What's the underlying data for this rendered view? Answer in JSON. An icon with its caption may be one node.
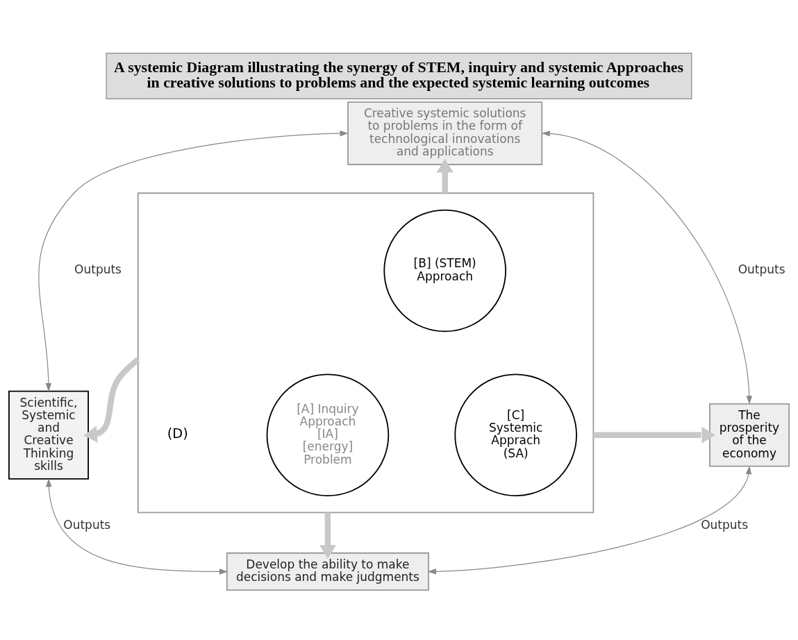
{
  "diagram": {
    "title": "A systemic Diagram illustrating the synergy of STEM, inquiry and systemic Approaches in creative solutions to problems and the expected systemic learning outcomes",
    "nodes": [
      {
        "text": [
          "Creative systemic solutions to problems in the form of technological innovations and applications"
        ]
      },
      {
        "text": [],
        "shape": "box"
      },
      {
        "text": [
          "[B] (STEM) Approach"
        ],
        "in": 1
      },
      {
        "text": [
          "[A] Inquiry Approach [IA] [energy] Problem"
        ],
        "in": 1
      },
      {
        "text": [
          "[C] Systemic Apprach (SA)"
        ],
        "in": 1
      },
      {
        "text": [
          "Scientific, Systemic and Creative Thinking skills"
        ]
      },
      {
        "text": [
          "The prosperity of the economy"
        ]
      },
      {
        "text": [
          "Develop the ability to make decisions and make judgments"
        ]
      }
    ],
    "edges": [
      {
        "from": 1,
        "to": 0,
        "arrow": "to",
        "style": "thick",
        "color": "#c8c8c8"
      },
      {
        "from": 1,
        "to": 5,
        "arrow": "to",
        "style": "thick",
        "color": "#c8c8c8"
      },
      {
        "from": 1,
        "to": 6,
        "arrow": "to",
        "style": "thick",
        "color": "#c8c8c8"
      },
      {
        "from": 1,
        "to": 7,
        "arrow": "to",
        "style": "thick",
        "color": "#c8c8c8"
      },
      {
        "from": 5,
        "to": 0,
        "arrow": "both",
        "label": "Outputs"
      },
      {
        "from": 6,
        "to": 0,
        "arrow": "both",
        "label": "Outputs"
      },
      {
        "from": 5,
        "to": 7,
        "arrow": "both",
        "label": "Outputs"
      },
      {
        "from": 6,
        "to": 7,
        "arrow": "both",
        "label": "Outputs"
      }
    ],
    "labels": [
      "(D)"
    ]
  }
}
